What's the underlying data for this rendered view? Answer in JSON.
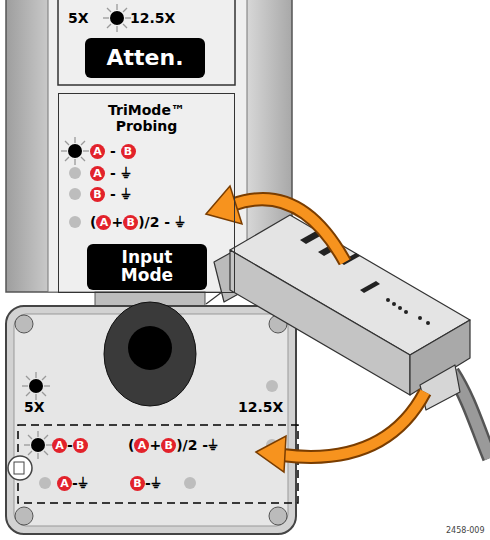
{
  "diagram": {
    "nodes": [
      {
        "text": [
          "Atten."
        ]
      },
      {
        "text": [
          "TriMode™ Probing"
        ]
      },
      {
        "text": [
          "Input Mode"
        ],
        "in": 1
      }
    ],
    "labels": [
      "5X",
      "12.5X",
      "A - B",
      "A - ⏚",
      "B - ⏚",
      "(A+B)/2 - ⏚",
      "5X",
      "12.5X",
      "A-B",
      "(A+B)/2 -⏚",
      "A-⏚",
      "B-⏚",
      "2458-009"
    ]
  }
}
